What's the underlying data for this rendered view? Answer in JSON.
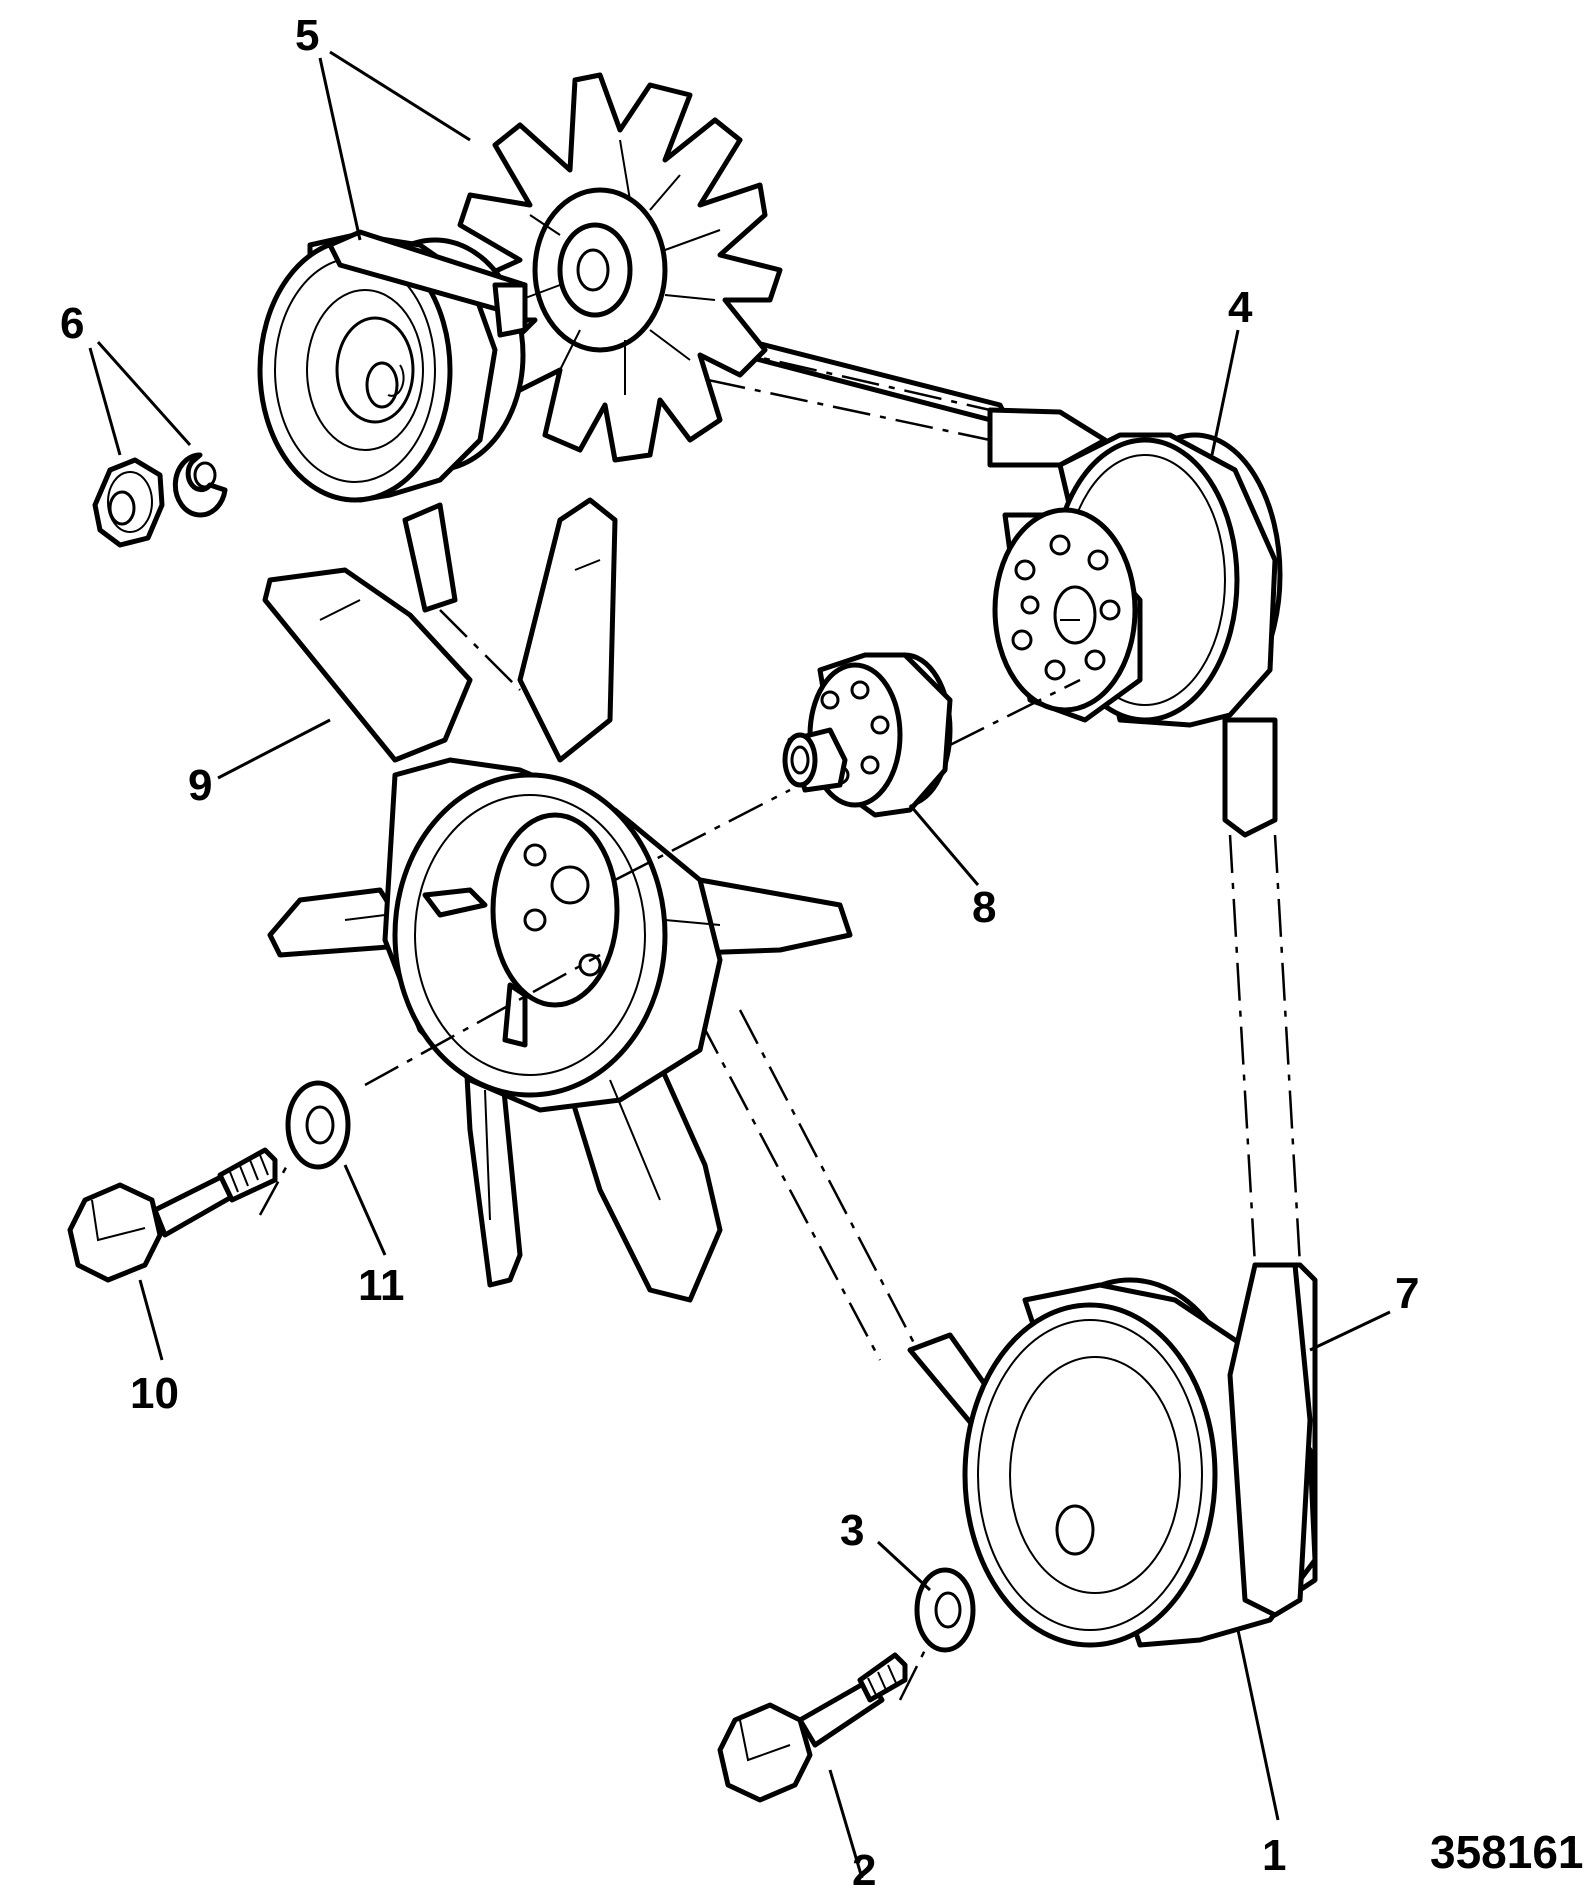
{
  "figure": {
    "reference_number": "358161",
    "callouts": [
      {
        "id": "1",
        "label": "1"
      },
      {
        "id": "2",
        "label": "2"
      },
      {
        "id": "3",
        "label": "3"
      },
      {
        "id": "4",
        "label": "4"
      },
      {
        "id": "5",
        "label": "5"
      },
      {
        "id": "6",
        "label": "6"
      },
      {
        "id": "7",
        "label": "7"
      },
      {
        "id": "8",
        "label": "8"
      },
      {
        "id": "9",
        "label": "9"
      },
      {
        "id": "10",
        "label": "10"
      },
      {
        "id": "11",
        "label": "11"
      }
    ]
  }
}
